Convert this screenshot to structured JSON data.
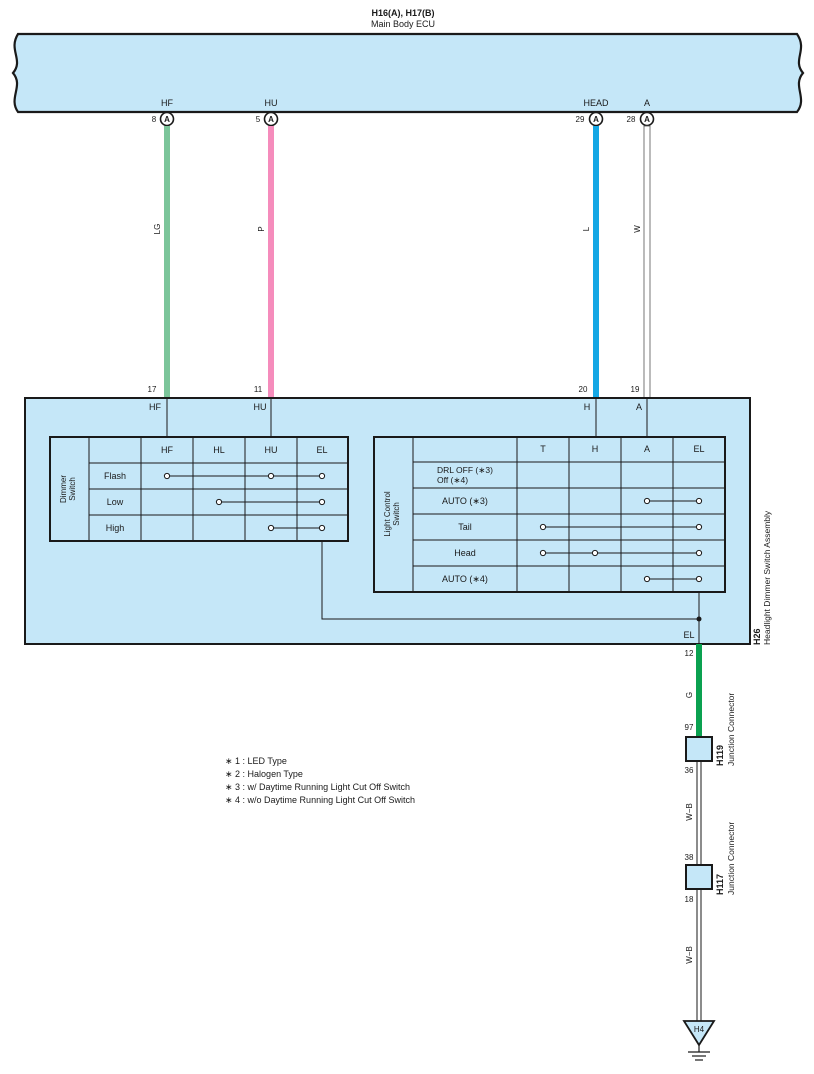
{
  "ecu": {
    "code": "H16(A), H17(B)",
    "name": "Main Body ECU",
    "fill": "#c5e7f8",
    "pins": [
      {
        "num": "8",
        "conn": "A",
        "term": "HF"
      },
      {
        "num": "5",
        "conn": "A",
        "term": "HU"
      },
      {
        "num": "29",
        "conn": "A",
        "term": "HEAD"
      },
      {
        "num": "28",
        "conn": "A",
        "term": "A"
      }
    ]
  },
  "wires": [
    {
      "color_code": "LG",
      "color": "#7cc59a"
    },
    {
      "color_code": "P",
      "color": "#f58cbc"
    },
    {
      "color_code": "L",
      "color": "#14a7e5"
    },
    {
      "color_code": "W",
      "color": "#ffffff"
    }
  ],
  "assembly": {
    "code": "H26",
    "name": "Headlight Dimmer Switch Assembly",
    "pins": [
      {
        "num": "17",
        "term": "HF"
      },
      {
        "num": "11",
        "term": "HU"
      },
      {
        "num": "20",
        "term": "H"
      },
      {
        "num": "19",
        "term": "A"
      }
    ],
    "el_pin": {
      "num": "12",
      "term": "EL"
    }
  },
  "dimmer_switch": {
    "title_line1": "Dimmer",
    "title_line2": "Switch",
    "columns": [
      "HF",
      "HL",
      "HU",
      "EL"
    ],
    "rows": [
      {
        "label": "Flash",
        "contacts": [
          "HF",
          "HU",
          "EL"
        ]
      },
      {
        "label": "Low",
        "contacts": [
          "HL",
          "EL"
        ]
      },
      {
        "label": "High",
        "contacts": [
          "HU",
          "EL"
        ]
      }
    ]
  },
  "light_control_switch": {
    "title_line1": "Light Control",
    "title_line2": "Switch",
    "columns": [
      "T",
      "H",
      "A",
      "EL"
    ],
    "rows": [
      {
        "label": "DRL OFF (∗3)",
        "label2": "Off (∗4)",
        "contacts": []
      },
      {
        "label": "AUTO (∗3)",
        "contacts": [
          "A",
          "EL"
        ]
      },
      {
        "label": "Tail",
        "contacts": [
          "T",
          "EL"
        ]
      },
      {
        "label": "Head",
        "contacts": [
          "T",
          "H",
          "EL"
        ]
      },
      {
        "label": "AUTO (∗4)",
        "contacts": [
          "A",
          "EL"
        ]
      }
    ]
  },
  "ground_wire": {
    "color_code": "G",
    "color": "#0aa150"
  },
  "junction_h119": {
    "code": "H119",
    "name": "Junction Connector",
    "pin_in": "97",
    "pin_out": "36"
  },
  "wire_wb1": {
    "color_code": "W−B"
  },
  "junction_h117": {
    "code": "H117",
    "name": "Junction Connector",
    "pin_in": "38",
    "pin_out": "18"
  },
  "wire_wb2": {
    "color_code": "W−B"
  },
  "ground_point": {
    "code": "H4"
  },
  "notes": [
    "∗ 1 : LED Type",
    "∗ 2 : Halogen Type",
    "∗ 3 : w/ Daytime Running Light Cut Off Switch",
    "∗ 4 : w/o Daytime Running Light Cut Off Switch"
  ]
}
